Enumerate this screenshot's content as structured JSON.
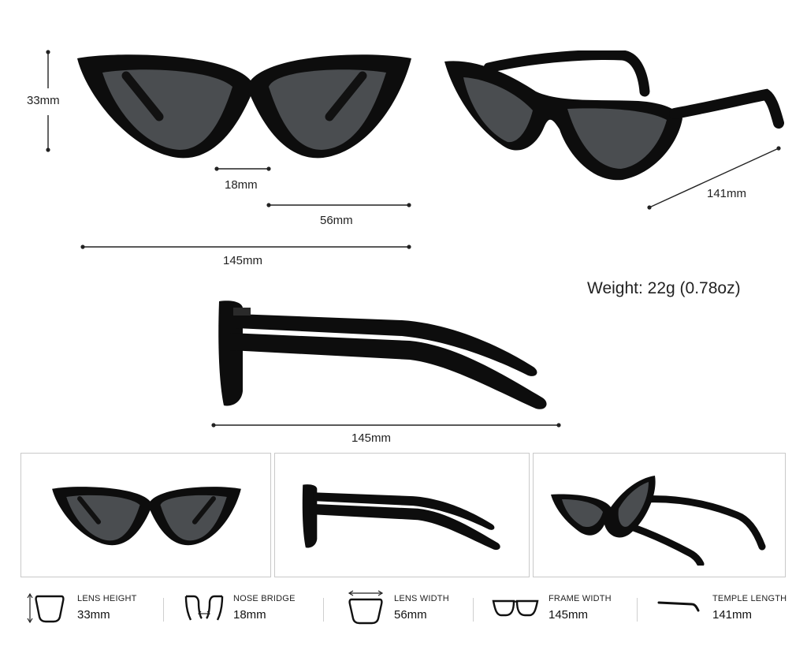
{
  "dimensions": {
    "lens_height": "33mm",
    "nose_bridge": "18mm",
    "lens_width": "56mm",
    "frame_width": "145mm",
    "temple_length": "141mm",
    "side_length": "145mm"
  },
  "weight": "Weight: 22g (0.78oz)",
  "specs": [
    {
      "label": "LENS HEIGHT",
      "value": "33mm",
      "icon": "lens-height-icon"
    },
    {
      "label": "NOSE BRIDGE",
      "value": "18mm",
      "icon": "nose-bridge-icon"
    },
    {
      "label": "LENS WIDTH",
      "value": "56mm",
      "icon": "lens-width-icon"
    },
    {
      "label": "FRAME WIDTH",
      "value": "145mm",
      "icon": "frame-width-icon"
    },
    {
      "label": "TEMPLE LENGTH",
      "value": "141mm",
      "icon": "temple-length-icon"
    }
  ],
  "colors": {
    "frame": "#0d0d0d",
    "lens": "#4a4d50",
    "line": "#222222"
  }
}
